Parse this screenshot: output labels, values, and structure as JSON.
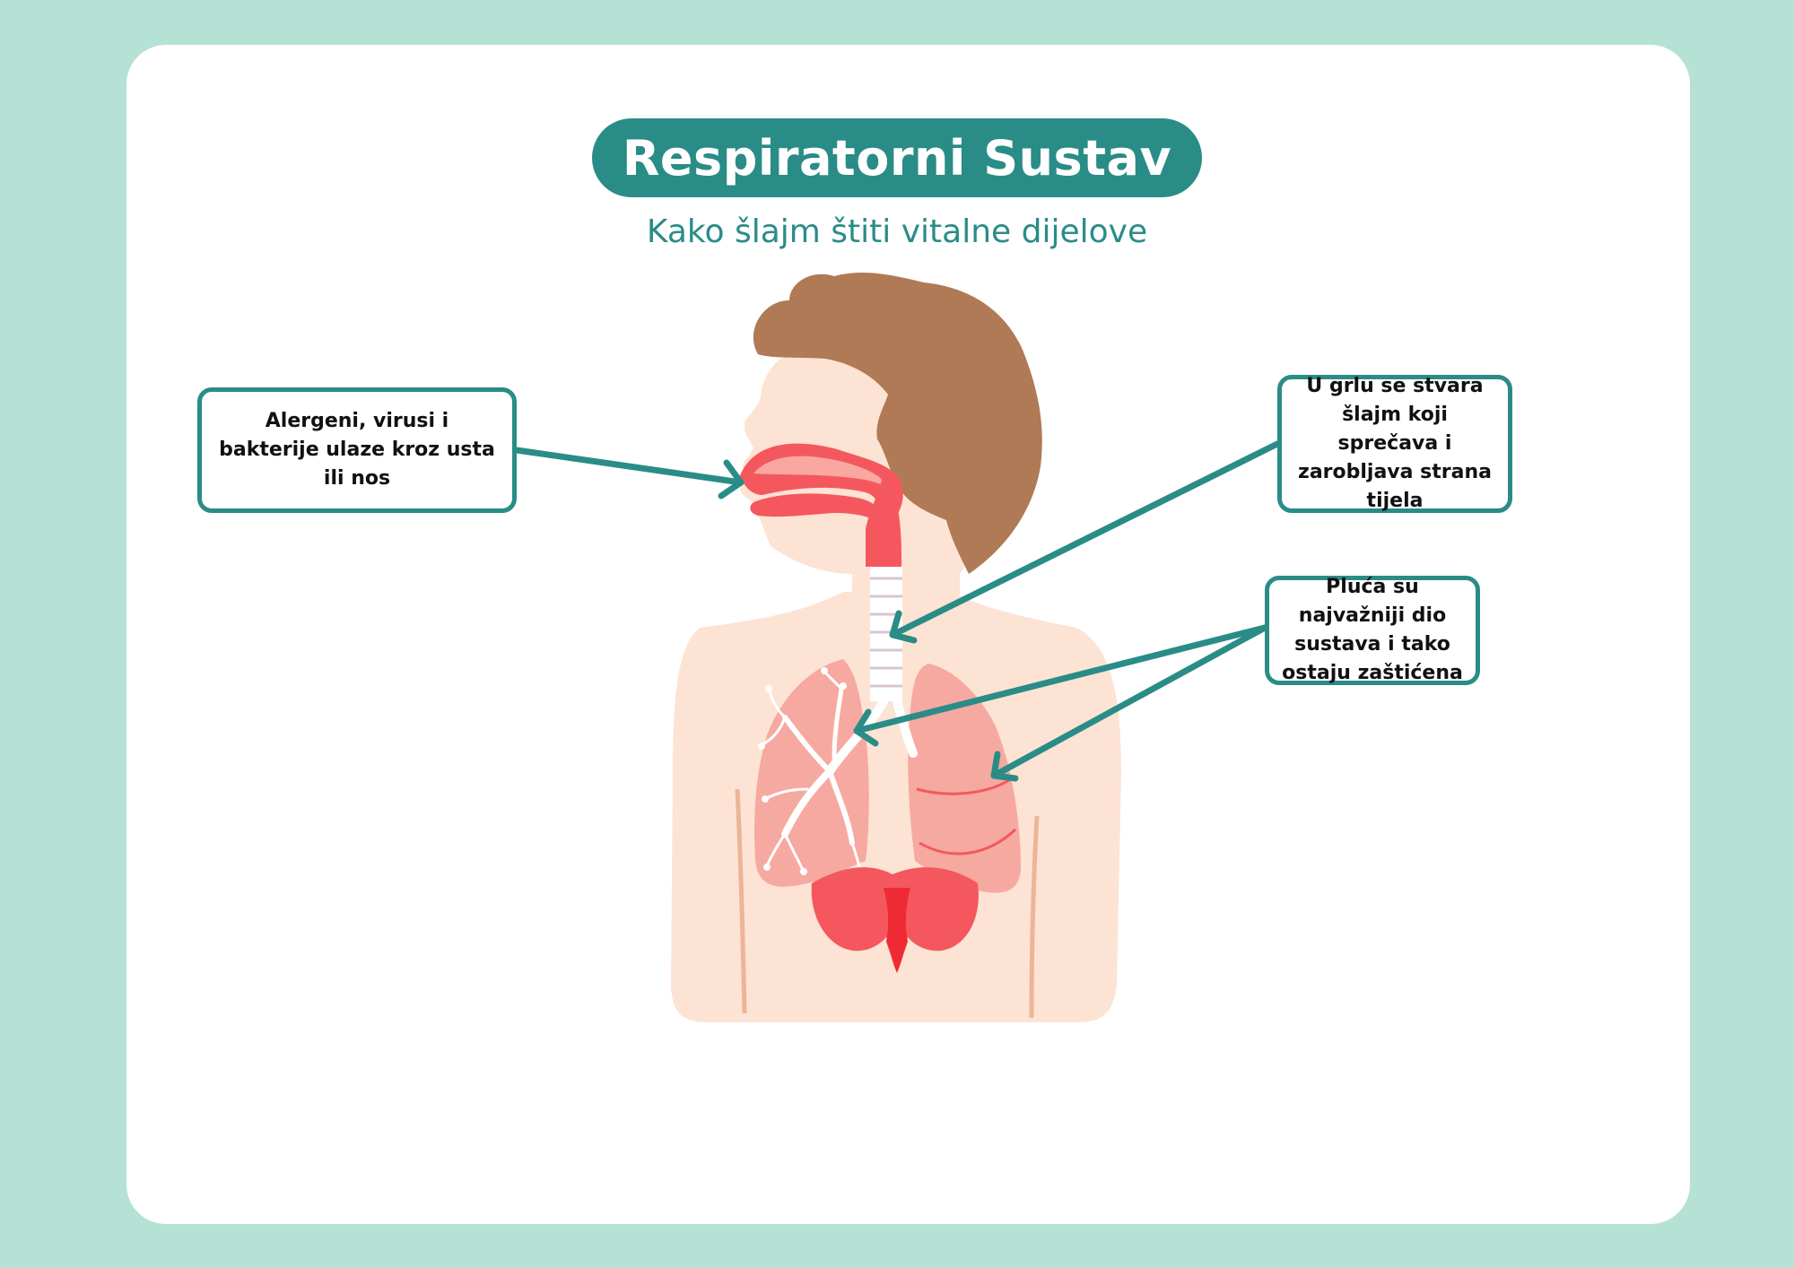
{
  "header": {
    "title": "Respiratorni Sustav",
    "subtitle": "Kako šlajm štiti vitalne dijelove"
  },
  "callouts": [
    {
      "text": "Alergeni, virusi i bakterije ulaze kroz usta ili nos"
    },
    {
      "text": "U grlu se stvara šlajm koji sprečava i zarobljava strana tijela"
    },
    {
      "text": "Pluća su najvažniji dio sustava i tako ostaju zaštićena"
    }
  ],
  "colors": {
    "background": "#b5e2d4",
    "accent": "#2a8c87",
    "skin": "#fde3d4",
    "hair": "#b07a56",
    "lung": "#f6a9a0",
    "diaphragm": "#f4585e"
  }
}
